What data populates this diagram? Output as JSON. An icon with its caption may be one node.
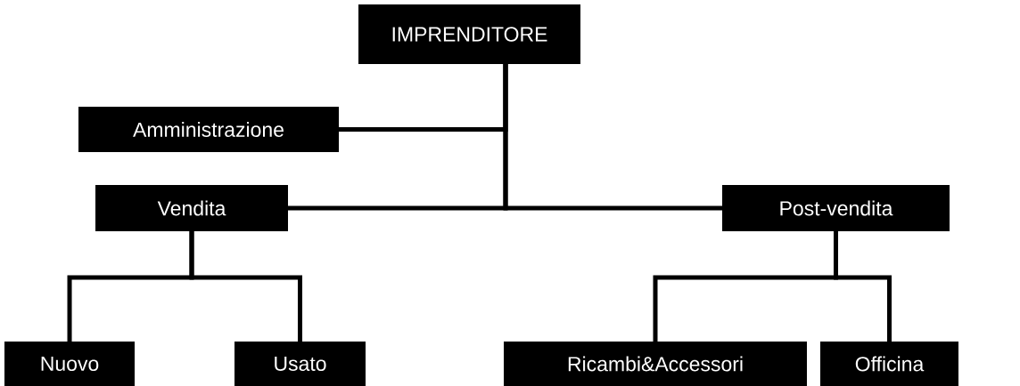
{
  "diagram": {
    "nodes": [
      {
        "text": [
          "IMPRENDITORE"
        ]
      },
      {
        "text": [
          "Amministrazione"
        ]
      },
      {
        "text": [
          "Vendita"
        ]
      },
      {
        "text": [
          "Post-vendita"
        ]
      },
      {
        "text": [
          "Nuovo"
        ]
      },
      {
        "text": [
          "Usato"
        ]
      },
      {
        "text": [
          "Ricambi&Accessori"
        ]
      },
      {
        "text": [
          "Officina"
        ]
      }
    ],
    "edges": [
      {
        "from": 0,
        "to": 1,
        "arrow": "none"
      },
      {
        "from": 0,
        "to": 2,
        "arrow": "none"
      },
      {
        "from": 0,
        "to": 3,
        "arrow": "none"
      },
      {
        "from": 2,
        "to": 4,
        "arrow": "none"
      },
      {
        "from": 2,
        "to": 5,
        "arrow": "none"
      },
      {
        "from": 3,
        "to": 6,
        "arrow": "none"
      },
      {
        "from": 3,
        "to": 7,
        "arrow": "none"
      }
    ]
  }
}
